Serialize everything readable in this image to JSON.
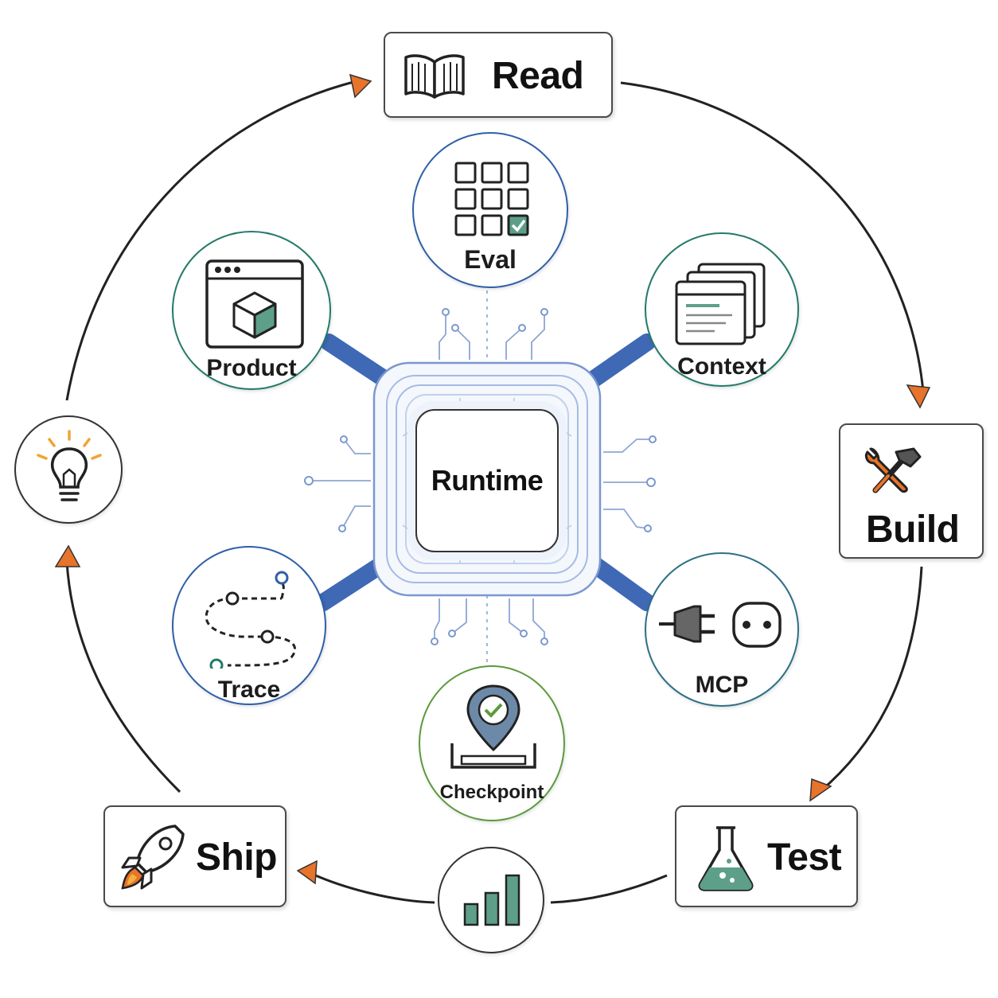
{
  "center": {
    "label": "Runtime"
  },
  "cycle": {
    "read": "Read",
    "build": "Build",
    "test": "Test",
    "ship": "Ship"
  },
  "spokes": {
    "eval": "Eval",
    "context": "Context",
    "mcp": "MCP",
    "checkpoint": "Checkpoint",
    "trace": "Trace",
    "product": "Product"
  },
  "icons": {
    "read": "open-book-icon",
    "build": "wrench-hammer-icon",
    "test": "flask-icon",
    "ship": "rocket-icon",
    "idea": "lightbulb-icon",
    "metrics": "bar-chart-icon",
    "eval": "grid-checkbox-icon",
    "context": "stacked-windows-icon",
    "mcp": "plug-socket-icon",
    "checkpoint": "location-pin-check-icon",
    "trace": "dashed-path-icon",
    "product": "browser-cube-icon"
  },
  "colors": {
    "arrow_head": "#e8732a",
    "connector": "#3f68b5",
    "eval_ring": "#2f5fa8",
    "context_ring": "#237a68",
    "mcp_ring": "#2e6f86",
    "checkpoint_ring": "#5c9a3c",
    "trace_ring": "#2f5fa8",
    "product_ring": "#237a68",
    "accent_green": "#5e9f8a"
  }
}
